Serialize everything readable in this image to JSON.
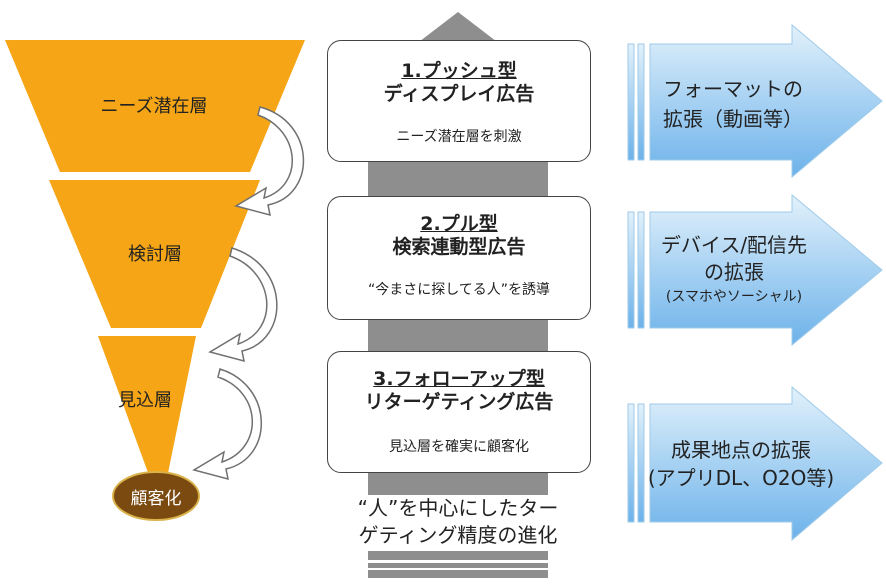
{
  "funnel": {
    "layers": [
      {
        "label": "ニーズ潜在層"
      },
      {
        "label": "検討層"
      },
      {
        "label": "見込層"
      }
    ],
    "bottom_label": "顧客化",
    "colors": {
      "layer": "#f5a516",
      "bottom": "#7a4a10"
    }
  },
  "cards": [
    {
      "title_line1": "1.プッシュ型",
      "title_line2": "ディスプレイ広告",
      "description": "ニーズ潜在層を刺激"
    },
    {
      "title_line1": "2.プル型",
      "title_line2": "検索連動型広告",
      "description": "“今まさに探してる人”を誘導"
    },
    {
      "title_line1": "3.フォローアップ型",
      "title_line2": "リターゲティング広告",
      "description": "見込層を確実に顧客化"
    }
  ],
  "center_note": {
    "line1": "“人”を中心にしたター",
    "line2": "ゲティング精度の進化"
  },
  "expansion_arrows": [
    {
      "line1": "フォーマットの",
      "line2": "拡張（動画等）",
      "line3": ""
    },
    {
      "line1": "デバイス/配信先",
      "line2": "の拡張",
      "line3": "(スマホやソーシャル)"
    },
    {
      "line1": "成果地点の拡張",
      "line2": "(アプリDL、O2O等)",
      "line3": ""
    }
  ],
  "colors": {
    "arrow_fill_top": "#ddeefa",
    "arrow_fill_bottom": "#6fb4ea",
    "center_arrow": "#8e8e8e"
  }
}
